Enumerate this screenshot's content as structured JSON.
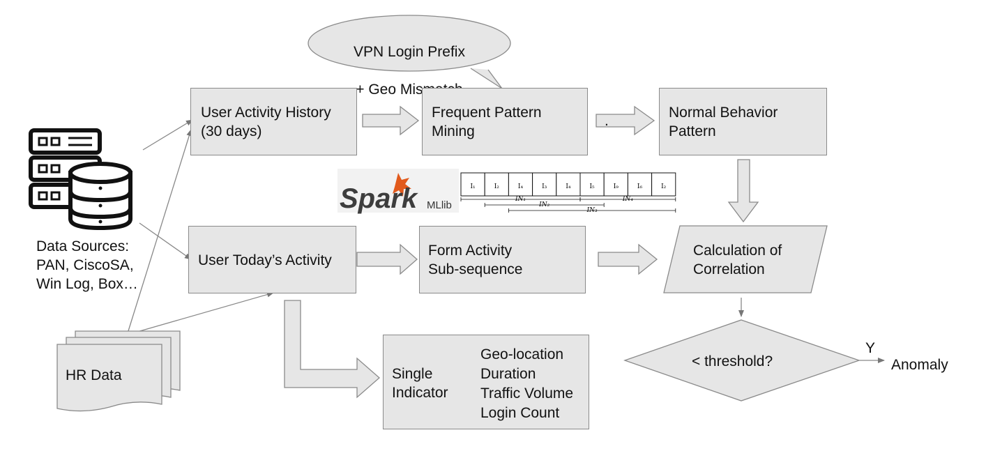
{
  "callout": {
    "line1": "VPN Login Prefix",
    "line2": "+ Geo Mismatch"
  },
  "boxes": {
    "user_activity_history": "User Activity History\n(30 days)",
    "frequent_pattern_mining": "Frequent Pattern\nMining",
    "normal_behavior_pattern": "Normal Behavior\nPattern",
    "user_today_activity": "User Today’s Activity",
    "form_activity_subsequence": "Form Activity\nSub-sequence",
    "calculation_of_correlation": "Calculation of\nCorrelation"
  },
  "data_sources": {
    "label": "Data Sources:\nPAN, CiscoSA,\nWin Log, Box…"
  },
  "hr_data": {
    "label": "HR Data"
  },
  "single_indicator": {
    "label": "Single\nIndicator",
    "items": [
      "Geo-location",
      "Duration",
      "Traffic Volume",
      "Login Count"
    ]
  },
  "decision": {
    "label": "<  threshold?",
    "yes_label": "Y",
    "outcome": "Anomaly"
  },
  "spark": {
    "logo_text": "Spark",
    "mllib_text": "MLlib"
  },
  "sequence": {
    "items": [
      "I₁",
      "I₂",
      "I₄",
      "I₃",
      "I₄",
      "I₅",
      "I₉",
      "I₆",
      "I₂"
    ],
    "intervals": [
      "IN₁",
      "IN₂",
      "IN₃",
      "IN₄"
    ]
  },
  "stray_mark": "."
}
